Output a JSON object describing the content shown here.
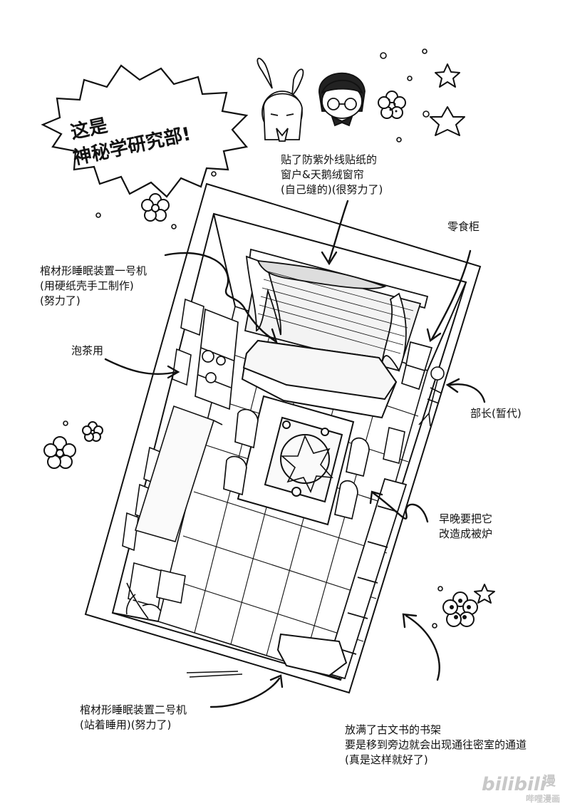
{
  "title": {
    "line1": "这是",
    "line2": "神秘学研究部!"
  },
  "labels": {
    "window": {
      "line1": "贴了防紫外线贴纸的",
      "line2": "窗户&天鹅绒窗帘",
      "line3": "(自己缝的)(很努力了)"
    },
    "snack_cabinet": "零食柜",
    "coffin1": {
      "line1": "棺材形睡眠装置一号机",
      "line2": "(用硬纸壳手工制作)",
      "line3": "(努力了)"
    },
    "tea": "泡茶用",
    "president": "部长(暂代)",
    "kotatsu": {
      "line1": "早晚要把它",
      "line2": "改造成被炉"
    },
    "coffin2": {
      "line1": "棺材形睡眠装置二号机",
      "line2": "(站着睡用)(努力了)"
    },
    "bookshelf": {
      "line1": "放满了古文书的书架",
      "line2": "要是移到旁边就会出现通往密室的通道",
      "line3": "(真是这样就好了)"
    }
  },
  "watermark": {
    "brand": "bilibili",
    "manga": "漫",
    "sub": "哔哩漫画"
  },
  "colors": {
    "ink": "#111111",
    "paper": "#ffffff",
    "watermark": "#c8c8c8"
  }
}
